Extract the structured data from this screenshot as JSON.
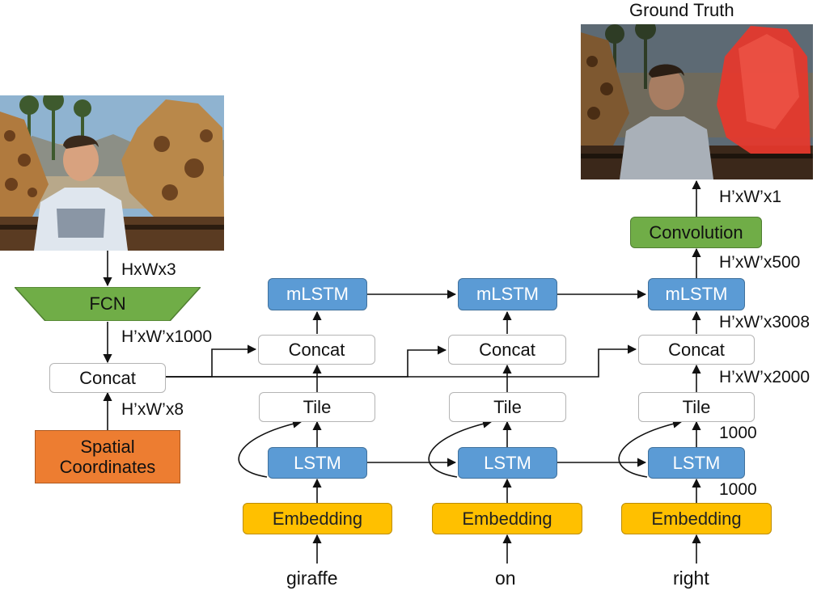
{
  "images": {
    "input": {
      "alt_name": "input-photo"
    },
    "ground_truth": {
      "title": "Ground Truth"
    }
  },
  "nodes": {
    "fcn": "FCN",
    "concat_left": "Concat",
    "spatial": "Spatial\nCoordinates",
    "convolution": "Convolution",
    "mlstm": "mLSTM",
    "concat": "Concat",
    "tile": "Tile",
    "lstm": "LSTM",
    "embedding": "Embedding"
  },
  "words": [
    "giraffe",
    "on",
    "right"
  ],
  "dims": {
    "hxwx3": "HxWx3",
    "h_w_1000": "H’xW’x1000",
    "h_w_8": "H’xW’x8",
    "h_w_1": "H’xW’x1",
    "h_w_500": "H’xW’x500",
    "h_w_3008": "H’xW’x3008",
    "h_w_2000": "H’xW’x2000",
    "d1000_a": "1000",
    "d1000_b": "1000"
  },
  "colors": {
    "lstm_blue": "#5b9bd5",
    "embedding_yellow": "#ffc000",
    "fcn_green": "#70ad47",
    "spatial_orange": "#ed7d31",
    "mask_red": "#e8372b"
  }
}
